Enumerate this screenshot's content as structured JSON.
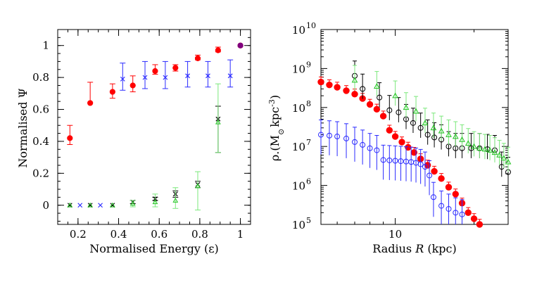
{
  "colors": {
    "red": "#ff0000",
    "blue": "#2b2bff",
    "green": "#22c322",
    "lightgreen": "#7be87b",
    "black": "#000000",
    "purple": "#7f007f"
  },
  "chart_data": [
    {
      "type": "scatter",
      "title": "",
      "xlabel": "Normalised Energy (ε)",
      "ylabel": "Normalised Ψ",
      "xlim": [
        0.1,
        1.05
      ],
      "ylim": [
        -0.12,
        1.1
      ],
      "xscale": "linear",
      "yscale": "linear",
      "x_ticks": [
        "0.2",
        "0.4",
        "0.6",
        "0.8",
        "1"
      ],
      "y_ticks": [
        "0",
        "0.2",
        "0.4",
        "0.6",
        "0.8",
        "1"
      ],
      "x_tick_values": [
        0.2,
        0.4,
        0.6,
        0.8,
        1.0
      ],
      "y_tick_values": [
        0,
        0.2,
        0.4,
        0.6,
        0.8,
        1.0
      ],
      "grid": false,
      "series": [
        {
          "marker": "filled-circle",
          "color": "red",
          "x": [
            0.16,
            0.26,
            0.37,
            0.47,
            0.58,
            0.68,
            0.79,
            0.89,
            1.0
          ],
          "y": [
            0.42,
            0.64,
            0.71,
            0.75,
            0.84,
            0.86,
            0.92,
            0.97,
            1.0
          ],
          "err_up": [
            0.08,
            0.13,
            0.05,
            0.06,
            0.04,
            0.02,
            0.02,
            0.02,
            0
          ],
          "err_down": [
            0.04,
            0.0,
            0.04,
            0.04,
            0.02,
            0.02,
            0.01,
            0.01,
            0
          ]
        },
        {
          "marker": "cross",
          "color": "blue",
          "x": [
            0.21,
            0.31,
            0.42,
            0.53,
            0.63,
            0.74,
            0.84,
            0.95
          ],
          "y": [
            0.0,
            0.0,
            0.79,
            0.8,
            0.8,
            0.81,
            0.81,
            0.81
          ],
          "err_up": [
            0,
            0,
            0.1,
            0.1,
            0.1,
            0.09,
            0.09,
            0.1
          ],
          "err_down": [
            0,
            0,
            0.07,
            0.07,
            0.07,
            0.07,
            0.07,
            0.07
          ]
        },
        {
          "marker": "cross",
          "color": "black",
          "x": [
            0.16,
            0.26,
            0.37,
            0.47,
            0.58,
            0.68,
            0.79,
            0.89
          ],
          "y": [
            0.0,
            0.0,
            0.0,
            0.02,
            0.04,
            0.07,
            0.13,
            0.54
          ],
          "err_up": [
            0,
            0,
            0,
            0.01,
            0.01,
            0.02,
            0.02,
            0.08
          ],
          "err_down": [
            0,
            0,
            0,
            0.01,
            0.01,
            0.02,
            0.02,
            0.21
          ]
        },
        {
          "marker": "open-triangle",
          "color": "green",
          "x": [
            0.16,
            0.26,
            0.37,
            0.47,
            0.58,
            0.68,
            0.79,
            0.89
          ],
          "y": [
            0.0,
            0.0,
            0.0,
            0.01,
            0.02,
            0.03,
            0.12,
            0.52
          ],
          "err_up": [
            0,
            0,
            0,
            0.02,
            0.05,
            0.08,
            0.09,
            0.24
          ],
          "err_down": [
            0,
            0,
            0,
            0.02,
            0.03,
            0.05,
            0.15,
            0.19
          ]
        },
        {
          "marker": "filled-circle",
          "color": "purple",
          "x": [
            1.0
          ],
          "y": [
            1.0
          ],
          "err_up": [
            0
          ],
          "err_down": [
            0
          ]
        }
      ]
    },
    {
      "type": "scatter",
      "title": "",
      "xlabel_parts": [
        "Radius ",
        "R",
        "  (kpc)"
      ],
      "ylabel_parts": [
        "ρ.(M",
        "⊙",
        "kpc",
        "-3",
        ")"
      ],
      "xlim": [
        5.2,
        27
      ],
      "ylim": [
        100000,
        10000000000
      ],
      "xscale": "log",
      "yscale": "log",
      "x_ticks": [
        "10"
      ],
      "x_tick_values": [
        10
      ],
      "y_tick_labels": [
        {
          "base": "10",
          "exp": "5",
          "value": 100000
        },
        {
          "base": "10",
          "exp": "6",
          "value": 1000000
        },
        {
          "base": "10",
          "exp": "7",
          "value": 10000000
        },
        {
          "base": "10",
          "exp": "8",
          "value": 100000000
        },
        {
          "base": "10",
          "exp": "9",
          "value": 1000000000
        },
        {
          "base": "10",
          "exp": "10",
          "value": 10000000000
        }
      ],
      "grid": false,
      "series": [
        {
          "marker": "filled-circle",
          "color": "red",
          "x": [
            5.2,
            5.6,
            6.0,
            6.5,
            7.0,
            7.5,
            8.0,
            8.5,
            9.0,
            9.5,
            10.0,
            10.6,
            11.2,
            11.8,
            12.5,
            13.3,
            14.1,
            15.0,
            16.0,
            17.0,
            18.0,
            19.0,
            20.0,
            21.0
          ],
          "y": [
            450000000,
            380000000,
            330000000,
            270000000,
            220000000,
            170000000,
            120000000,
            90000000,
            60000000,
            26000000,
            18000000,
            13000000,
            9500000,
            7000000,
            4800000,
            3300000,
            2300000,
            1500000,
            900000,
            600000,
            350000,
            200000,
            140000,
            100000
          ]
        },
        {
          "marker": "open-circle-with-error",
          "color": "blue",
          "x": [
            5.2,
            5.6,
            6.0,
            6.5,
            7.0,
            7.5,
            8.0,
            8.5,
            9.0,
            9.5,
            10.0,
            10.5,
            11.0,
            11.5,
            12.0,
            12.5,
            13.0,
            13.5,
            14.0,
            15.0,
            16.0,
            17.0,
            18.0
          ],
          "y": [
            20000000,
            19000000,
            18000000,
            16000000,
            13000000,
            11000000,
            9000000,
            8000000,
            4500000,
            4400000,
            4300000,
            4200000,
            4100000,
            4000000,
            3800000,
            3500000,
            3000000,
            1800000,
            500000,
            300000,
            250000,
            200000,
            180000
          ]
        },
        {
          "marker": "open-circle",
          "color": "black",
          "x": [
            7.0,
            7.5,
            8.7,
            9.5,
            10.3,
            11.0,
            11.7,
            12.5,
            13.3,
            14.1,
            15.0,
            16.0,
            17.0,
            18.0,
            19.5,
            21.0,
            22.5,
            24.0,
            25.5,
            27.0
          ],
          "y": [
            650000000,
            300000000,
            180000000,
            85000000,
            75000000,
            50000000,
            40000000,
            30000000,
            20000000,
            17000000,
            15000000,
            10000000,
            9000000,
            9000000,
            9000000,
            9000000,
            8500000,
            8000000,
            3000000,
            2200000
          ]
        },
        {
          "marker": "open-triangle",
          "color": "green",
          "x": [
            7.0,
            8.5,
            10.0,
            11.0,
            12.0,
            13.0,
            14.0,
            15.0,
            16.0,
            17.0,
            18.0,
            19.0,
            20.0,
            21.0,
            22.0,
            23.0,
            24.0,
            25.0,
            26.0,
            27.0
          ],
          "y": [
            500000000,
            350000000,
            200000000,
            100000000,
            80000000,
            40000000,
            30000000,
            25000000,
            20000000,
            18000000,
            15000000,
            12000000,
            10000000,
            9000000,
            8500000,
            8000000,
            7000000,
            6000000,
            5000000,
            4000000
          ]
        }
      ]
    }
  ]
}
